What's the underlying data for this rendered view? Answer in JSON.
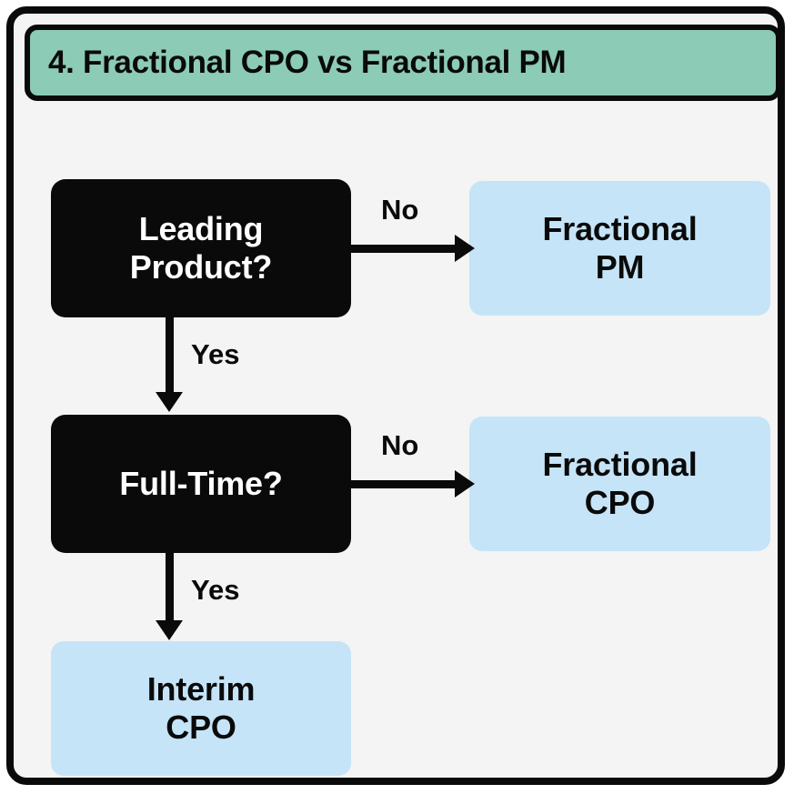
{
  "header": {
    "title": "4. Fractional CPO vs Fractional PM",
    "background_color": "#8ccbb5"
  },
  "colors": {
    "frame_border": "#0a0a0a",
    "canvas_background": "#f4f4f4",
    "decision_node": "#0a0a0a",
    "decision_text": "#ffffff",
    "outcome_node": "#c5e4f8",
    "outcome_text": "#0a0a0a",
    "connector": "#0a0a0a"
  },
  "flowchart": {
    "type": "decision-tree",
    "nodes": [
      {
        "id": "leading-product",
        "kind": "decision",
        "line1": "Leading",
        "line2": "Product?"
      },
      {
        "id": "fractional-pm",
        "kind": "outcome",
        "line1": "Fractional",
        "line2": "PM"
      },
      {
        "id": "full-time",
        "kind": "decision",
        "line1": "Full-Time?",
        "line2": ""
      },
      {
        "id": "fractional-cpo",
        "kind": "outcome",
        "line1": "Fractional",
        "line2": "CPO"
      },
      {
        "id": "interim-cpo",
        "kind": "outcome",
        "line1": "Interim",
        "line2": "CPO"
      }
    ],
    "edges": [
      {
        "from": "leading-product",
        "to": "fractional-pm",
        "label": "No",
        "direction": "right"
      },
      {
        "from": "leading-product",
        "to": "full-time",
        "label": "Yes",
        "direction": "down"
      },
      {
        "from": "full-time",
        "to": "fractional-cpo",
        "label": "No",
        "direction": "right"
      },
      {
        "from": "full-time",
        "to": "interim-cpo",
        "label": "Yes",
        "direction": "down"
      }
    ]
  }
}
